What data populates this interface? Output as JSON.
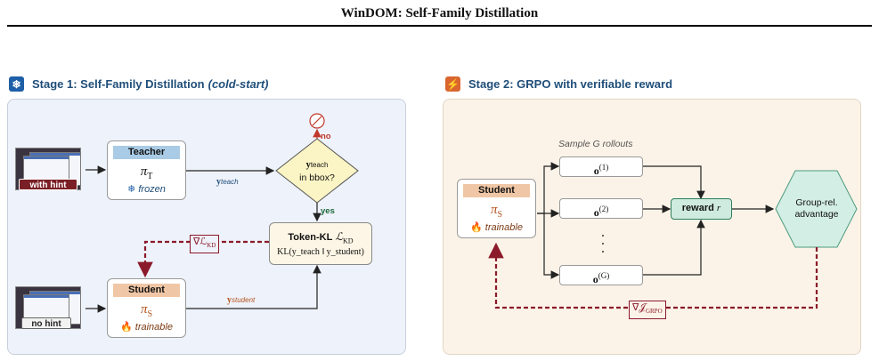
{
  "page_title": "WinDOM: Self-Family Distillation",
  "stage1": {
    "title": "Stage 1: Self-Family Distillation",
    "subtitle": "(cold-start)",
    "badge_icon": "snowflake-icon",
    "badge_color": "#1f5fa8",
    "screenshot_top_tag": "with hint",
    "screenshot_bottom_tag": "no hint",
    "teacher": {
      "label": "Teacher",
      "symbol": "π",
      "sub": "T",
      "state": "frozen",
      "head_color": "#a9cbe5"
    },
    "student": {
      "label": "Student",
      "symbol": "π",
      "sub": "S",
      "state": "trainable",
      "head_color": "#f0c7a6"
    },
    "y_teach_label": "y",
    "y_teach_sub": "teach",
    "y_student_label": "y",
    "y_student_sub": "student",
    "decision": {
      "line1_main": "y",
      "line1_sub": "teach",
      "line2": "in bbox?"
    },
    "no_label": "no",
    "yes_label": "yes",
    "token_kl": {
      "title": "Token-KL",
      "title_math": "ℒ",
      "title_math_sub": "KD",
      "formula": "KL(y_teach ‖ y_student)"
    },
    "grad_label": "∇ℒ",
    "grad_sub": "KD"
  },
  "stage2": {
    "title": "Stage 2: GRPO with verifiable reward",
    "badge_icon": "lightning-icon",
    "badge_color": "#d9662e",
    "sample_label": "Sample G rollouts",
    "student": {
      "label": "Student",
      "symbol": "π",
      "sub": "S",
      "state": "trainable",
      "head_color": "#f0c7a6"
    },
    "rollouts": [
      "o",
      "o",
      "o"
    ],
    "rollout_sups": [
      "(1)",
      "(2)",
      "(G)"
    ],
    "reward": {
      "label": "reward",
      "var": "r",
      "color": "#cfeadf"
    },
    "advantage": {
      "line1": "Group-rel.",
      "line2": "advantage",
      "color": "#d3eee4"
    },
    "grad_label": "∇𝒥",
    "grad_sub": "GRPO"
  },
  "colors": {
    "dashed_arrow": "#8b1a2a",
    "no_color": "#c0392b",
    "decision_fill": "#fbf4c4",
    "kl_fill": "#fdf6e6"
  }
}
